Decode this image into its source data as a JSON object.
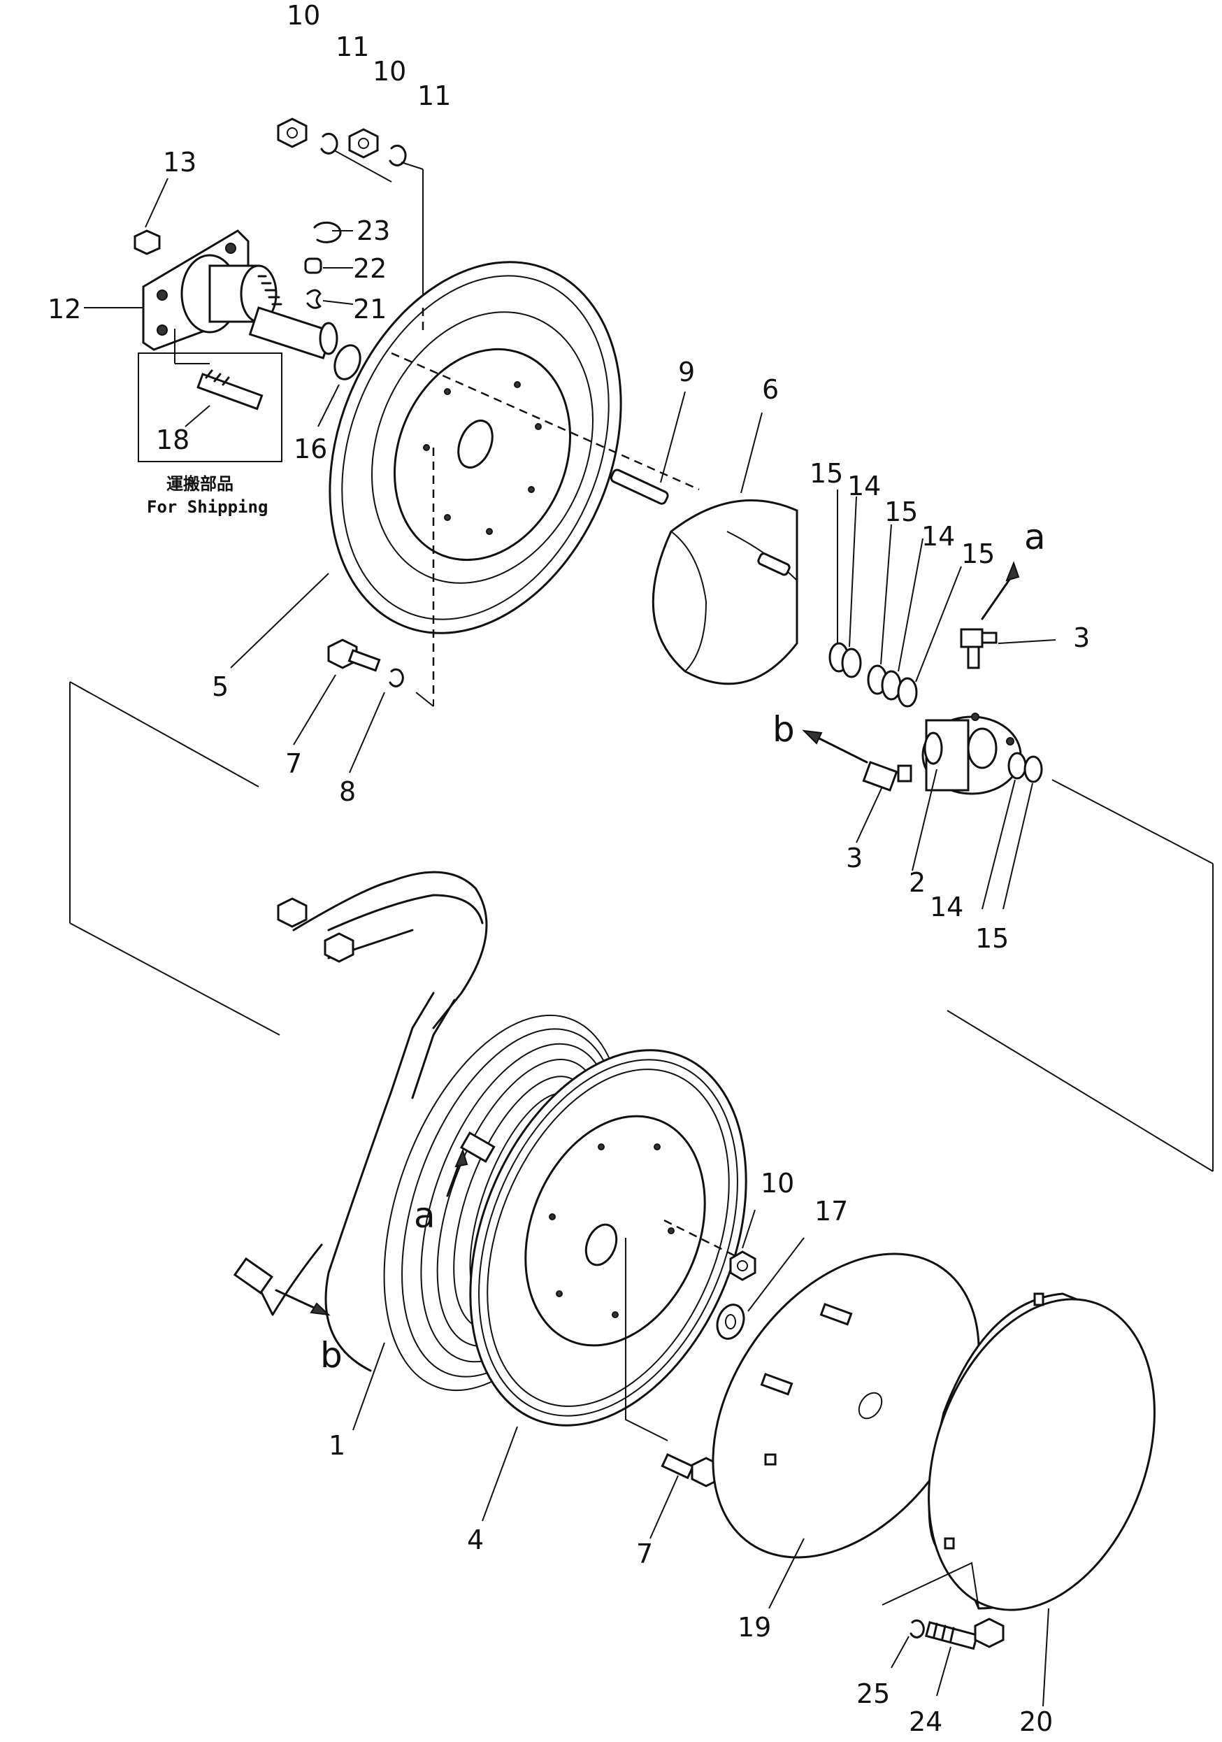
{
  "callouts": {
    "n1": "1",
    "n2": "2",
    "n3a": "3",
    "n3b": "3",
    "n4": "4",
    "n5": "5",
    "n6": "6",
    "n7a": "7",
    "n7b": "7",
    "n8": "8",
    "n9": "9",
    "n10a": "10",
    "n10b": "10",
    "n10c": "10",
    "n11a": "11",
    "n11b": "11",
    "n12": "12",
    "n13": "13",
    "n14a": "14",
    "n14b": "14",
    "n14c": "14",
    "n15a": "15",
    "n15b": "15",
    "n15c": "15",
    "n15d": "15",
    "n16": "16",
    "n17": "17",
    "n18": "18",
    "n19": "19",
    "n20": "20",
    "n21": "21",
    "n22": "22",
    "n23": "23",
    "n24": "24",
    "n25": "25"
  },
  "arrows": {
    "a_top": "a",
    "b_top": "b",
    "a_bottom": "a",
    "b_bottom": "b"
  },
  "shipping": {
    "japanese": "運搬部品",
    "english": "For Shipping"
  }
}
